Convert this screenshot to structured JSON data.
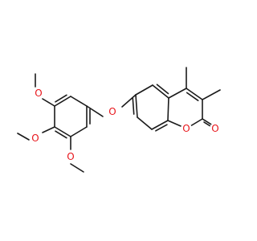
{
  "diagram": {
    "type": "skeletal-structure",
    "colors": {
      "bond": "#1a1a1a",
      "oxygen": "#e8151b",
      "background": "#ffffff"
    },
    "atom_labels": [
      {
        "id": "o-ether",
        "text": "O"
      },
      {
        "id": "o-ring",
        "text": "O"
      },
      {
        "id": "o-carbonyl",
        "text": "O"
      },
      {
        "id": "o-methoxy-top",
        "text": "O"
      },
      {
        "id": "o-methoxy-mid",
        "text": "O"
      },
      {
        "id": "o-methoxy-bot",
        "text": "O"
      }
    ]
  }
}
